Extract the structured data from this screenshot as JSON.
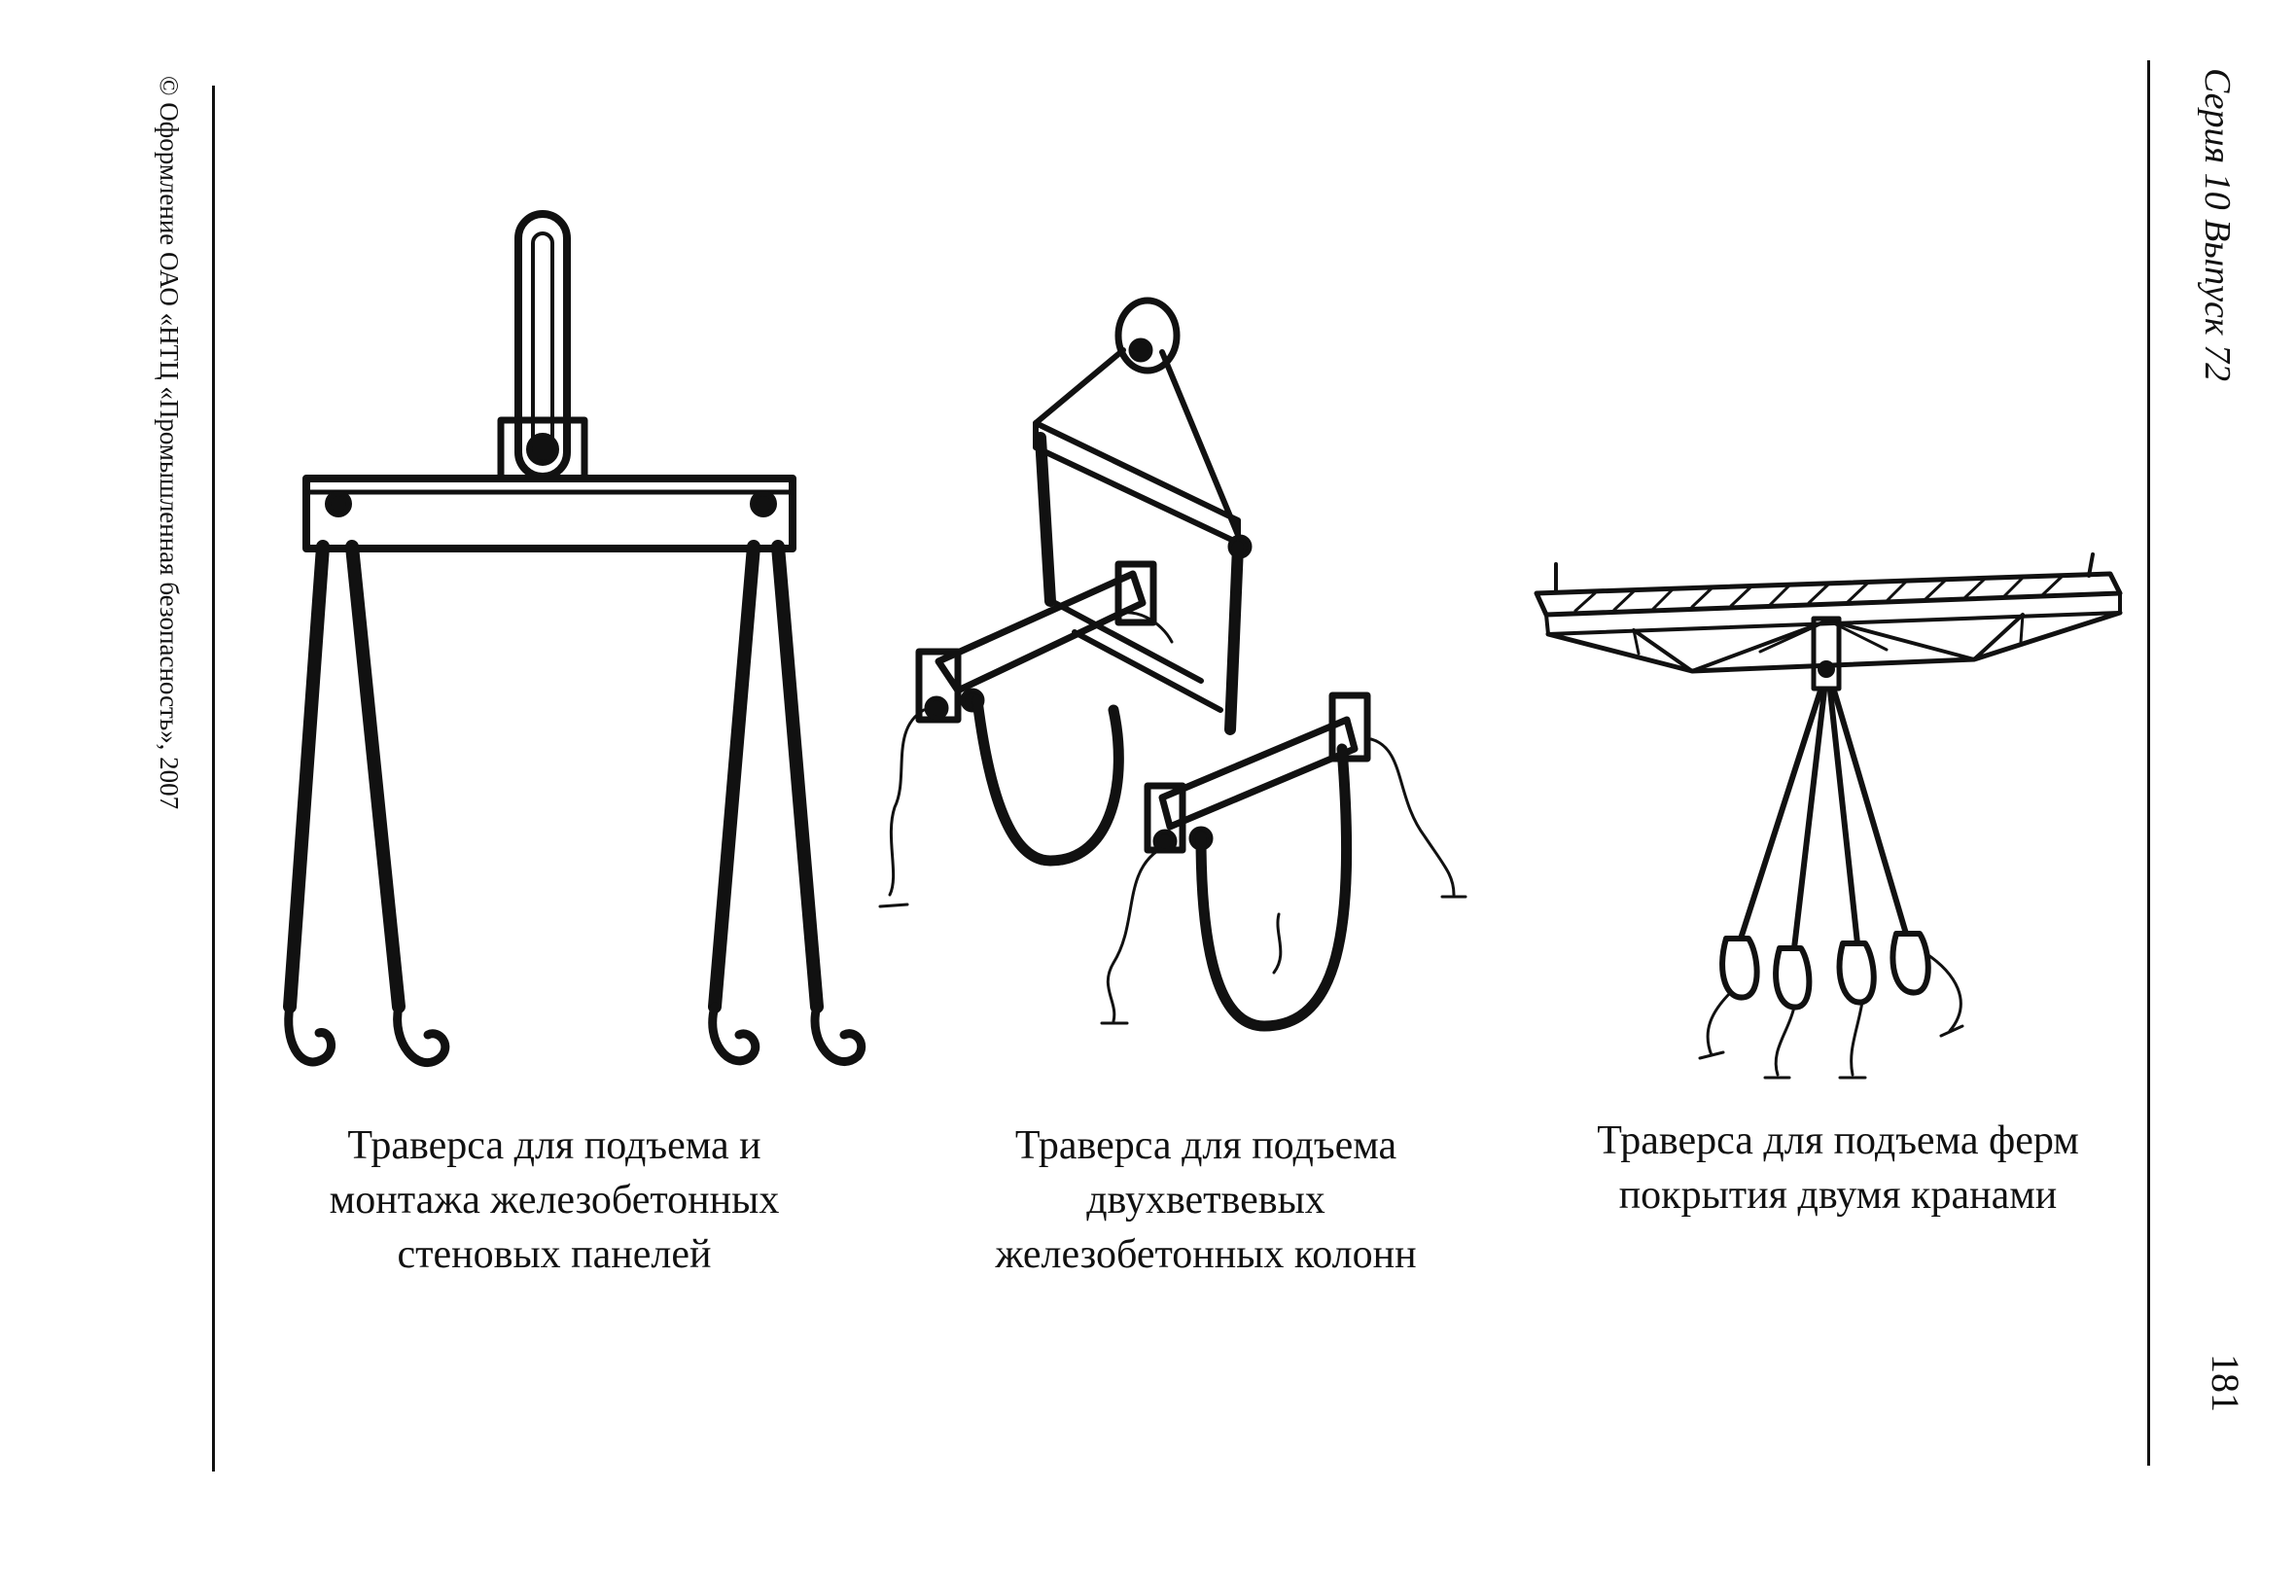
{
  "page": {
    "copyright": "© Оформление ОАО «НТЦ «Промышленная безопасность», 2007",
    "series": "Серия 10 Выпуск 72",
    "page_number": "181"
  },
  "figures": [
    {
      "name": "wall-panel-traverse",
      "caption_lines": [
        "Траверса для подъема и",
        "монтажа железобетонных",
        "стеновых панелей"
      ]
    },
    {
      "name": "column-traverse",
      "caption_lines": [
        "Траверса для подъема",
        "двухветвевых",
        "железобетонных колонн"
      ]
    },
    {
      "name": "truss-traverse",
      "caption_lines": [
        "Траверса для подъема ферм",
        "покрытия двумя кранами"
      ]
    }
  ]
}
